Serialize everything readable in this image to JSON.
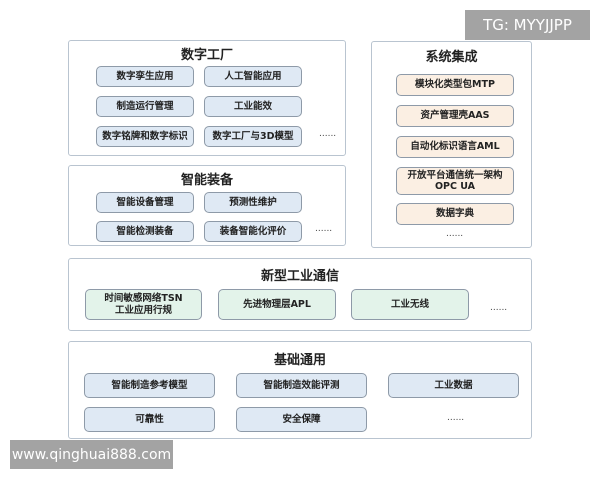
{
  "digital_factory": {
    "title": "数字工厂",
    "items": [
      "数字孪生应用",
      "人工智能应用",
      "制造运行管理",
      "工业能效",
      "数字铭牌和数字标识",
      "数字工厂与3D模型"
    ],
    "more": "......"
  },
  "smart_equipment": {
    "title": "智能装备",
    "items": [
      "智能设备管理",
      "预测性维护",
      "智能检测装备",
      "装备智能化评价"
    ],
    "more": "......"
  },
  "system_integration": {
    "title": "系统集成",
    "items": [
      "模块化类型包MTP",
      "资产管理壳AAS",
      "自动化标识语言AML",
      "开放平台通信统一架构\nOPC UA",
      "数据字典"
    ],
    "more": "......"
  },
  "industrial_comm": {
    "title": "新型工业通信",
    "items": [
      "时间敏感网络TSN\n工业应用行规",
      "先进物理层APL",
      "工业无线"
    ],
    "more": "......"
  },
  "foundation": {
    "title": "基础通用",
    "items": [
      "智能制造参考模型",
      "智能制造效能评测",
      "工业数据",
      "可靠性",
      "安全保障"
    ],
    "more": "......"
  },
  "watermarks": {
    "tg": "TG: MYYJJPP",
    "url": "www.qinghuai888.com"
  }
}
